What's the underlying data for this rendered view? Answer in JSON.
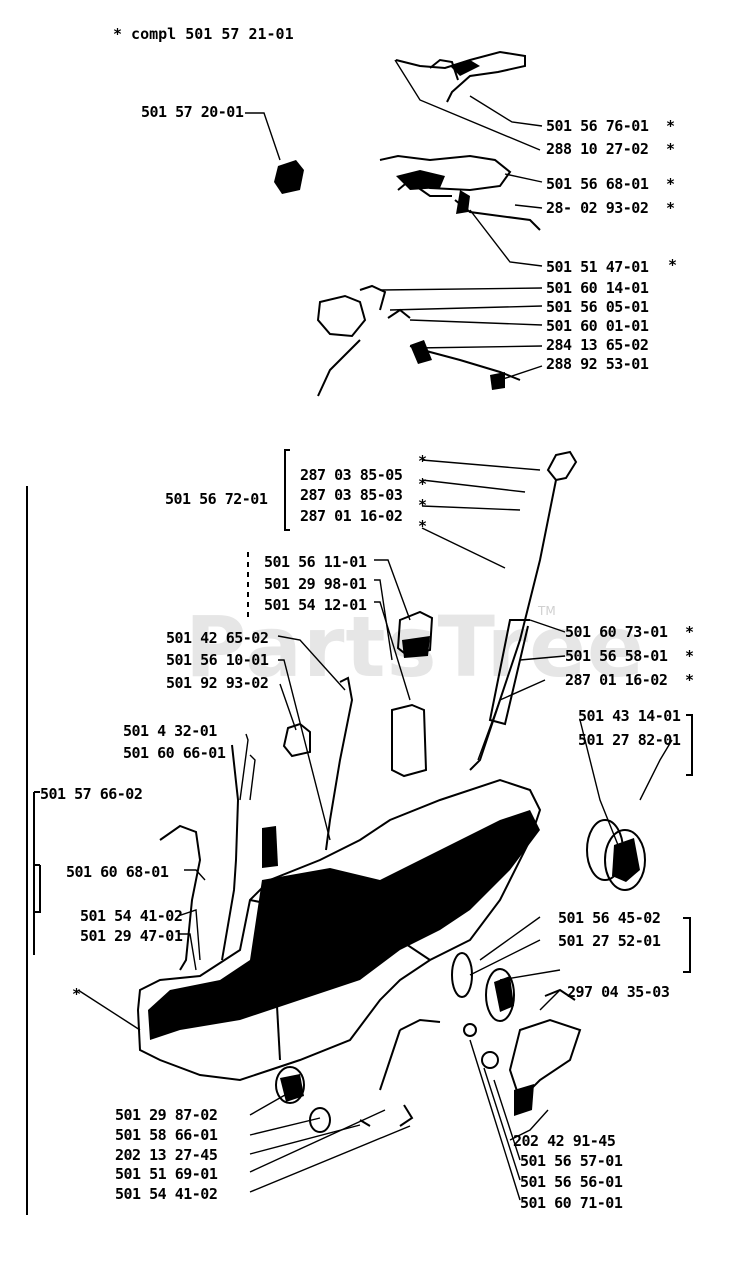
{
  "header": {
    "note": "* compl 501 57 21-01"
  },
  "watermark": {
    "text": "PartsTree",
    "mark": "TM"
  },
  "colors": {
    "ink": "#000000",
    "paper": "#ffffff",
    "watermark": "#e6e6e6"
  },
  "labels": {
    "p501_57_20_01": "501 57 20-01",
    "p501_56_76_01": "501 56 76-01",
    "p288_10_27_02": "288 10 27-02",
    "p501_56_68_01_top": "501 56 68-01",
    "p281_02_93_02": "28- 02 93-02",
    "p501_51_47_01": "501 51 47-01",
    "p501_60_14_01": "501 60 14-01",
    "p501_56_05_01": "501 56 05-01",
    "p501_60_01_01": "501 60 01-01",
    "p284_13_65_02": "284 13 65-02",
    "p288_92_53_01": "288 92 53-01",
    "p501_56_72_01": "501 56 72-01",
    "p287_03_85_05": "287 03 85-05",
    "p287_03_85_03": "287 03 85-03",
    "p287_01_16_02a": "287 01 16-02",
    "p501_56_11_01": "501 56 11-01",
    "p501_29_98_01": "501 29 98-01",
    "p501_54_12_01": "501 54 12-01",
    "p501_60_73_01": "501 60 73-01",
    "p501_56_58_01": "501 56 58-01",
    "p287_01_16_02b": "287 01 16-02",
    "p501_42_65_02": "501 42 65-02",
    "p501_56_10_01": "501 56 10-01",
    "p501_92_93_02": "501 92 93-02",
    "p501_43_14_01": "501 43 14-01",
    "p501_27_82_01": "501 27 82-01",
    "p501_4_32_01": "501 4  32-01",
    "p501_60_66_01": "501 60 66-01",
    "p501_57_66_02": "501 57 66-02",
    "p501_60_68_01": "501 60 68-01",
    "p501_54_41_02_mid": "501 54 41-02",
    "p501_29_47_01": "501 29 47-01",
    "p501_56_45_02": "501 56 45-02",
    "p501_27_52_01": "501 27 52-01",
    "p297_04_35_03": "297 04 35-03",
    "p202_42_91_45": "202 42 91-45",
    "p501_56_57_01": "501 56 57-01",
    "p501_56_56_01": "501 56 56-01",
    "p501_60_71_01": "501 60 71-01",
    "p501_29_87_02": "501 29 87-02",
    "p501_58_66_01": "501 58 66-01",
    "p202_13_27_45": "202 13 27-45",
    "p501_51_69_01": "501 51 69-01",
    "p501_54_41_02_bot": "501 54 41-02"
  },
  "stars": {
    "symbol": "*"
  }
}
